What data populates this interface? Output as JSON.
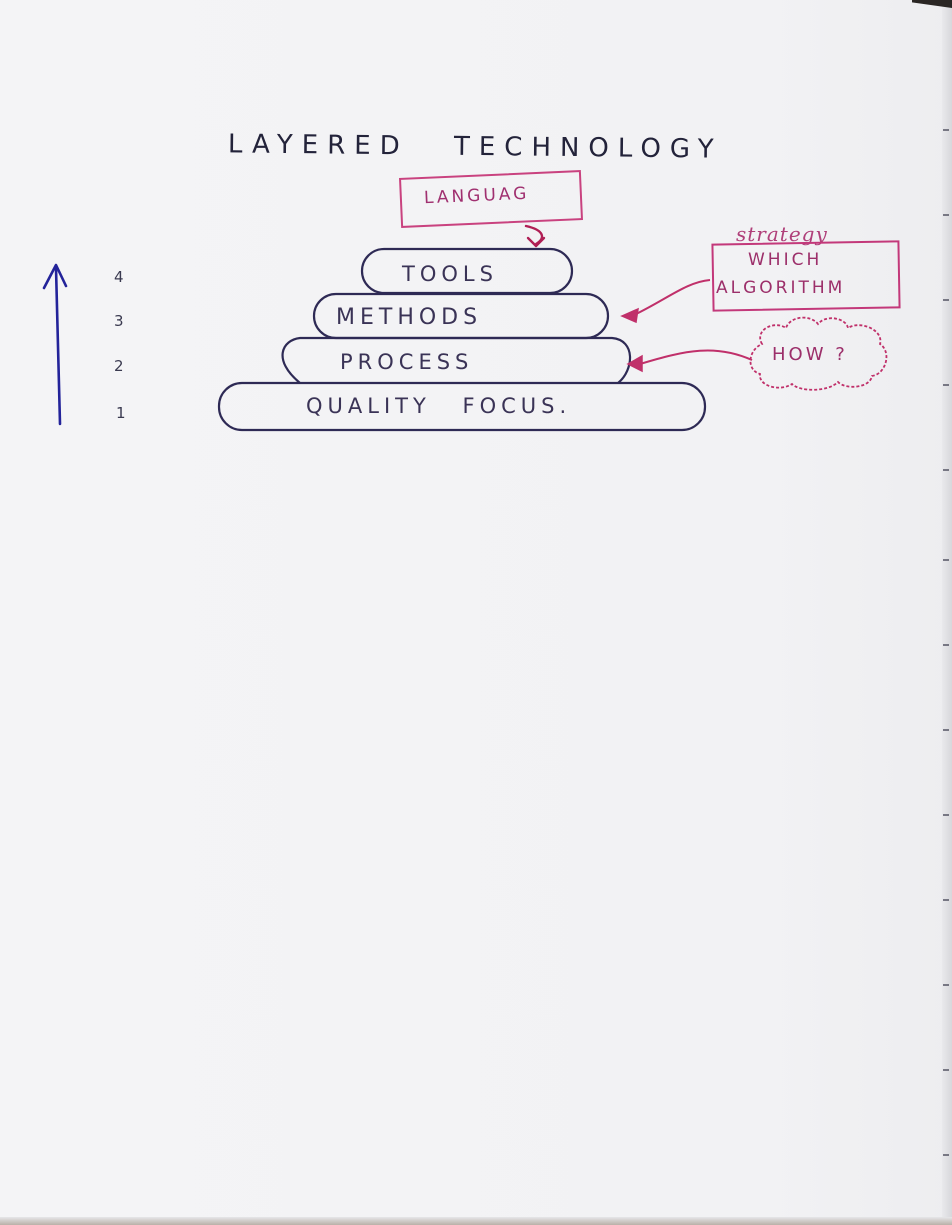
{
  "title": "LAYERED TECHNOLOGY",
  "top_note": "LANGUAG",
  "layers": [
    {
      "number": "4",
      "label": "TOOLS"
    },
    {
      "number": "3",
      "label": "METHODS"
    },
    {
      "number": "2",
      "label": "PROCESS"
    },
    {
      "number": "1",
      "label": "QUALITY FOCUS."
    }
  ],
  "methods_note": {
    "heading": "strategy",
    "line1": "WHICH",
    "line2": "ALGORITHM"
  },
  "process_note": "HOW ?",
  "colors": {
    "ink": "#23233a",
    "pink": "#c3387a",
    "blue_arrow": "#23239a",
    "paper": "#f3f3f5"
  }
}
